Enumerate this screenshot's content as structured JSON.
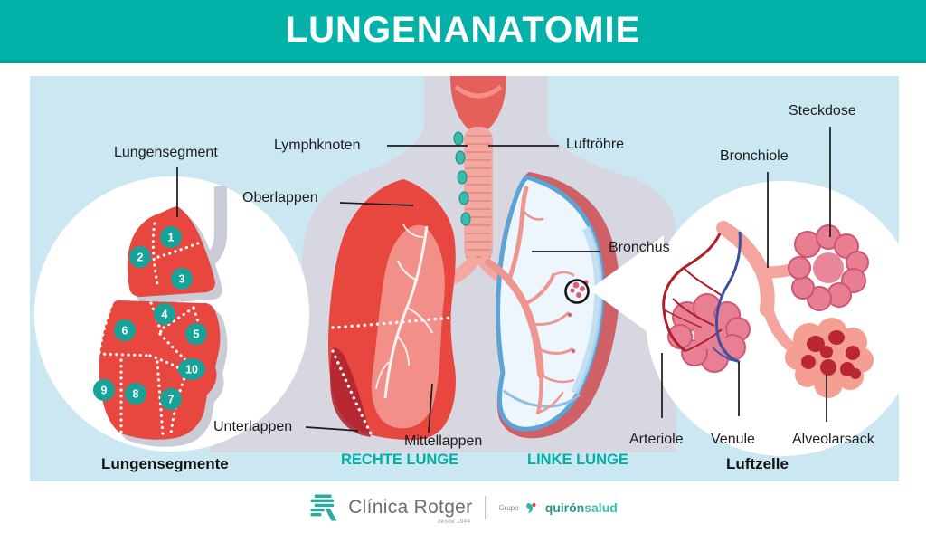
{
  "header": {
    "title": "LUNGENANATOMIE"
  },
  "colors": {
    "header_teal": "#02b1a8",
    "panel_blue": "#cbe8f2",
    "silhouette_gray": "#d6d7e1",
    "lung_red": "#e8473f",
    "lower_lobe_dark_red": "#ae2430",
    "badge_teal": "#16a49a",
    "caption_teal": "#00b0a4",
    "blue_lung_outline": "#5ba4d8",
    "arteriole_red": "#ae1f2a",
    "venule_blue": "#3d51a3"
  },
  "left_circle": {
    "label": "Lungensegment",
    "caption": "Lungensegmente",
    "segments": [
      "1",
      "2",
      "3",
      "4",
      "5",
      "6",
      "7",
      "8",
      "9",
      "10"
    ]
  },
  "center": {
    "labels": {
      "lymphknoten": "Lymphknoten",
      "luftroehre": "Luftröhre",
      "oberlappen": "Oberlappen",
      "bronchus": "Bronchus",
      "unterlappen": "Unterlappen",
      "mittellappen": "Mittellappen"
    },
    "captions": {
      "rechte_lunge": "RECHTE LUNGE",
      "linke_lunge": "LINKE LUNGE"
    }
  },
  "right_circle": {
    "caption": "Luftzelle",
    "labels": {
      "steckdose": "Steckdose",
      "bronchiole": "Bronchiole",
      "arteriole": "Arteriole",
      "venule": "Venule",
      "alveolarsack": "Alveolarsack"
    }
  },
  "footer": {
    "clinic_name": "Clínica Rotger",
    "clinic_since": "desde 1944",
    "group_label": "Grupo",
    "brand_primary": "quirón",
    "brand_secondary": "salud"
  }
}
